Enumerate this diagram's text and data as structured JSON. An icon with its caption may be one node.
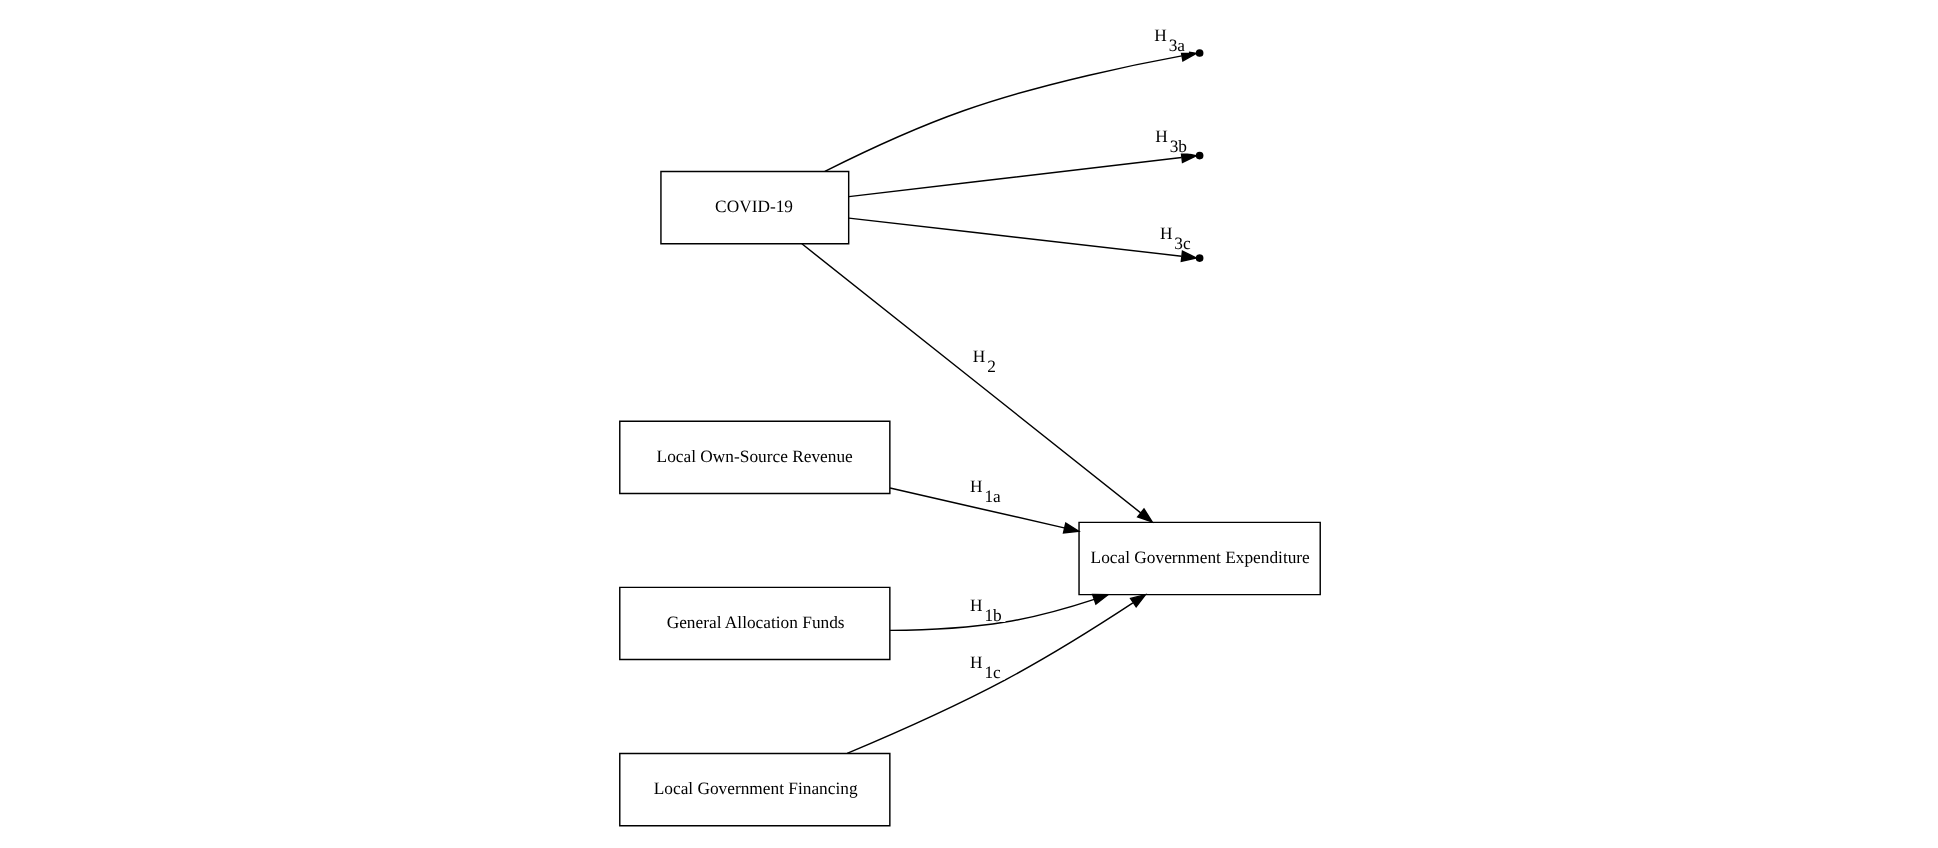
{
  "diagram": {
    "nodes": [
      {
        "text": [
          "COVID-19"
        ]
      },
      {
        "text": [
          "Local Own-Source Revenue"
        ]
      },
      {
        "text": [
          "General Allocation Funds"
        ]
      },
      {
        "text": [
          "Local Government Financing"
        ]
      },
      {
        "text": [
          "Local Government Expenditure"
        ]
      }
    ],
    "edges": [
      {
        "from": 0,
        "to": 4,
        "arrow": "to",
        "label": "H$_{2}$"
      },
      {
        "from": 0,
        "to": null,
        "arrow": "to",
        "label": "H$_{3a}$"
      },
      {
        "from": 1,
        "to": 4,
        "arrow": "to",
        "label": "H$_{1a}$"
      },
      {
        "from": 0,
        "to": null,
        "arrow": "to",
        "label": "H$_{3b}$"
      },
      {
        "from": 2,
        "to": 4,
        "arrow": "to",
        "label": "H$_{1b}$"
      },
      {
        "from": 0,
        "to": null,
        "arrow": "to",
        "label": "H$_{3c}$"
      },
      {
        "from": 3,
        "to": 4,
        "arrow": "to",
        "label": "H$_{1c}$"
      }
    ]
  }
}
